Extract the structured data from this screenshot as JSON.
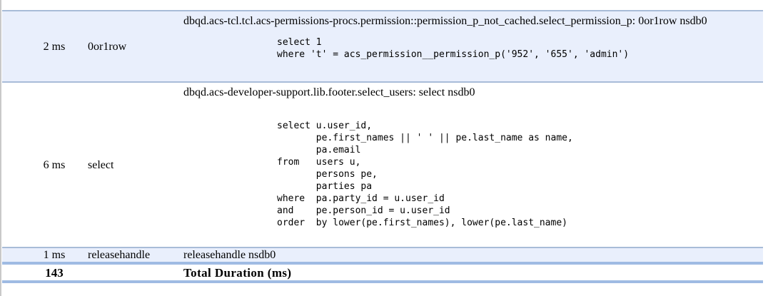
{
  "table": {
    "rows": [
      {
        "duration": "2 ms",
        "command": "0or1row",
        "query_name": "dbqd.acs-tcl.tcl.acs-permissions-procs.permission::permission_p_not_cached.select_permission_p: 0or1row nsdb0",
        "sql": "select 1\nwhere 't' = acs_permission__permission_p('952', '655', 'admin')"
      },
      {
        "duration": "6 ms",
        "command": "select",
        "query_name": "dbqd.acs-developer-support.lib.footer.select_users: select nsdb0",
        "sql": "\nselect u.user_id,\n       pe.first_names || ' ' || pe.last_name as name,\n       pa.email\nfrom   users u,\n       persons pe,\n       parties pa\nwhere  pa.party_id = u.user_id\nand    pe.person_id = u.user_id\norder  by lower(pe.first_names), lower(pe.last_name)"
      },
      {
        "duration": "1 ms",
        "command": "releasehandle",
        "query_name": "releasehandle nsdb0",
        "sql": ""
      }
    ],
    "total": {
      "value": "143",
      "label": "Total Duration (ms)"
    },
    "colors": {
      "row_highlight_bg": "#e9effc",
      "thin_border": "#a8bcd8",
      "thick_border": "#9fbbe3",
      "page_edge": "#c9c9c9"
    }
  }
}
